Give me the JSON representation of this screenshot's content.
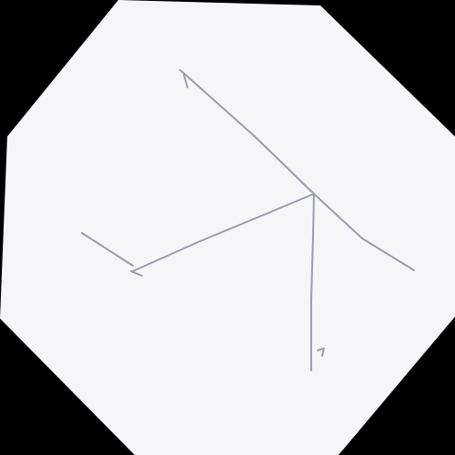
{
  "colors": {
    "background": "#000000",
    "paper": "#f6f6f8",
    "ink": "#9a9cae"
  },
  "drawing": {
    "shape": "octagonal paper cutout",
    "strokes": 5,
    "style": "faint pencil line sketch"
  }
}
